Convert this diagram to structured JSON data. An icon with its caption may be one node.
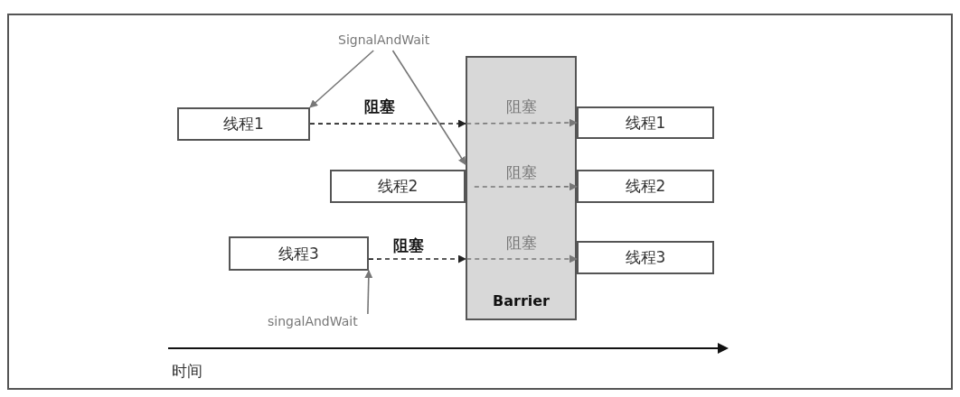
{
  "diagram": {
    "nodes": [
      {
        "text": [
          "线程1"
        ]
      },
      {
        "text": [
          "线程2"
        ]
      },
      {
        "text": [
          "线程3"
        ]
      },
      {
        "text": [
          "Barrier"
        ]
      },
      {
        "text": [
          "线程1"
        ]
      },
      {
        "text": [
          "线程2"
        ]
      },
      {
        "text": [
          "线程3"
        ]
      },
      {
        "text": [
          "SignalAndWait"
        ]
      },
      {
        "text": [
          "singalAndWait"
        ]
      }
    ],
    "edges": [
      {
        "from": 7,
        "to": 0,
        "arrow": "to"
      },
      {
        "from": 7,
        "to": 3,
        "arrow": "to"
      },
      {
        "from": 8,
        "to": 2,
        "arrow": "to"
      },
      {
        "from": 0,
        "to": 3,
        "arrow": "to",
        "label": "阻塞",
        "style": "dashed",
        "color": "#222222"
      },
      {
        "from": 3,
        "to": 4,
        "arrow": "to",
        "label": "阻塞",
        "style": "dashed"
      },
      {
        "from": 3,
        "to": 5,
        "arrow": "to",
        "label": "阻塞",
        "style": "dashed"
      },
      {
        "from": 2,
        "to": 3,
        "arrow": "to",
        "label": "阻塞",
        "style": "dashed",
        "color": "#222222"
      },
      {
        "from": 3,
        "to": 6,
        "arrow": "to",
        "label": "阻塞",
        "style": "dashed"
      }
    ],
    "labels": [
      "时间"
    ]
  }
}
